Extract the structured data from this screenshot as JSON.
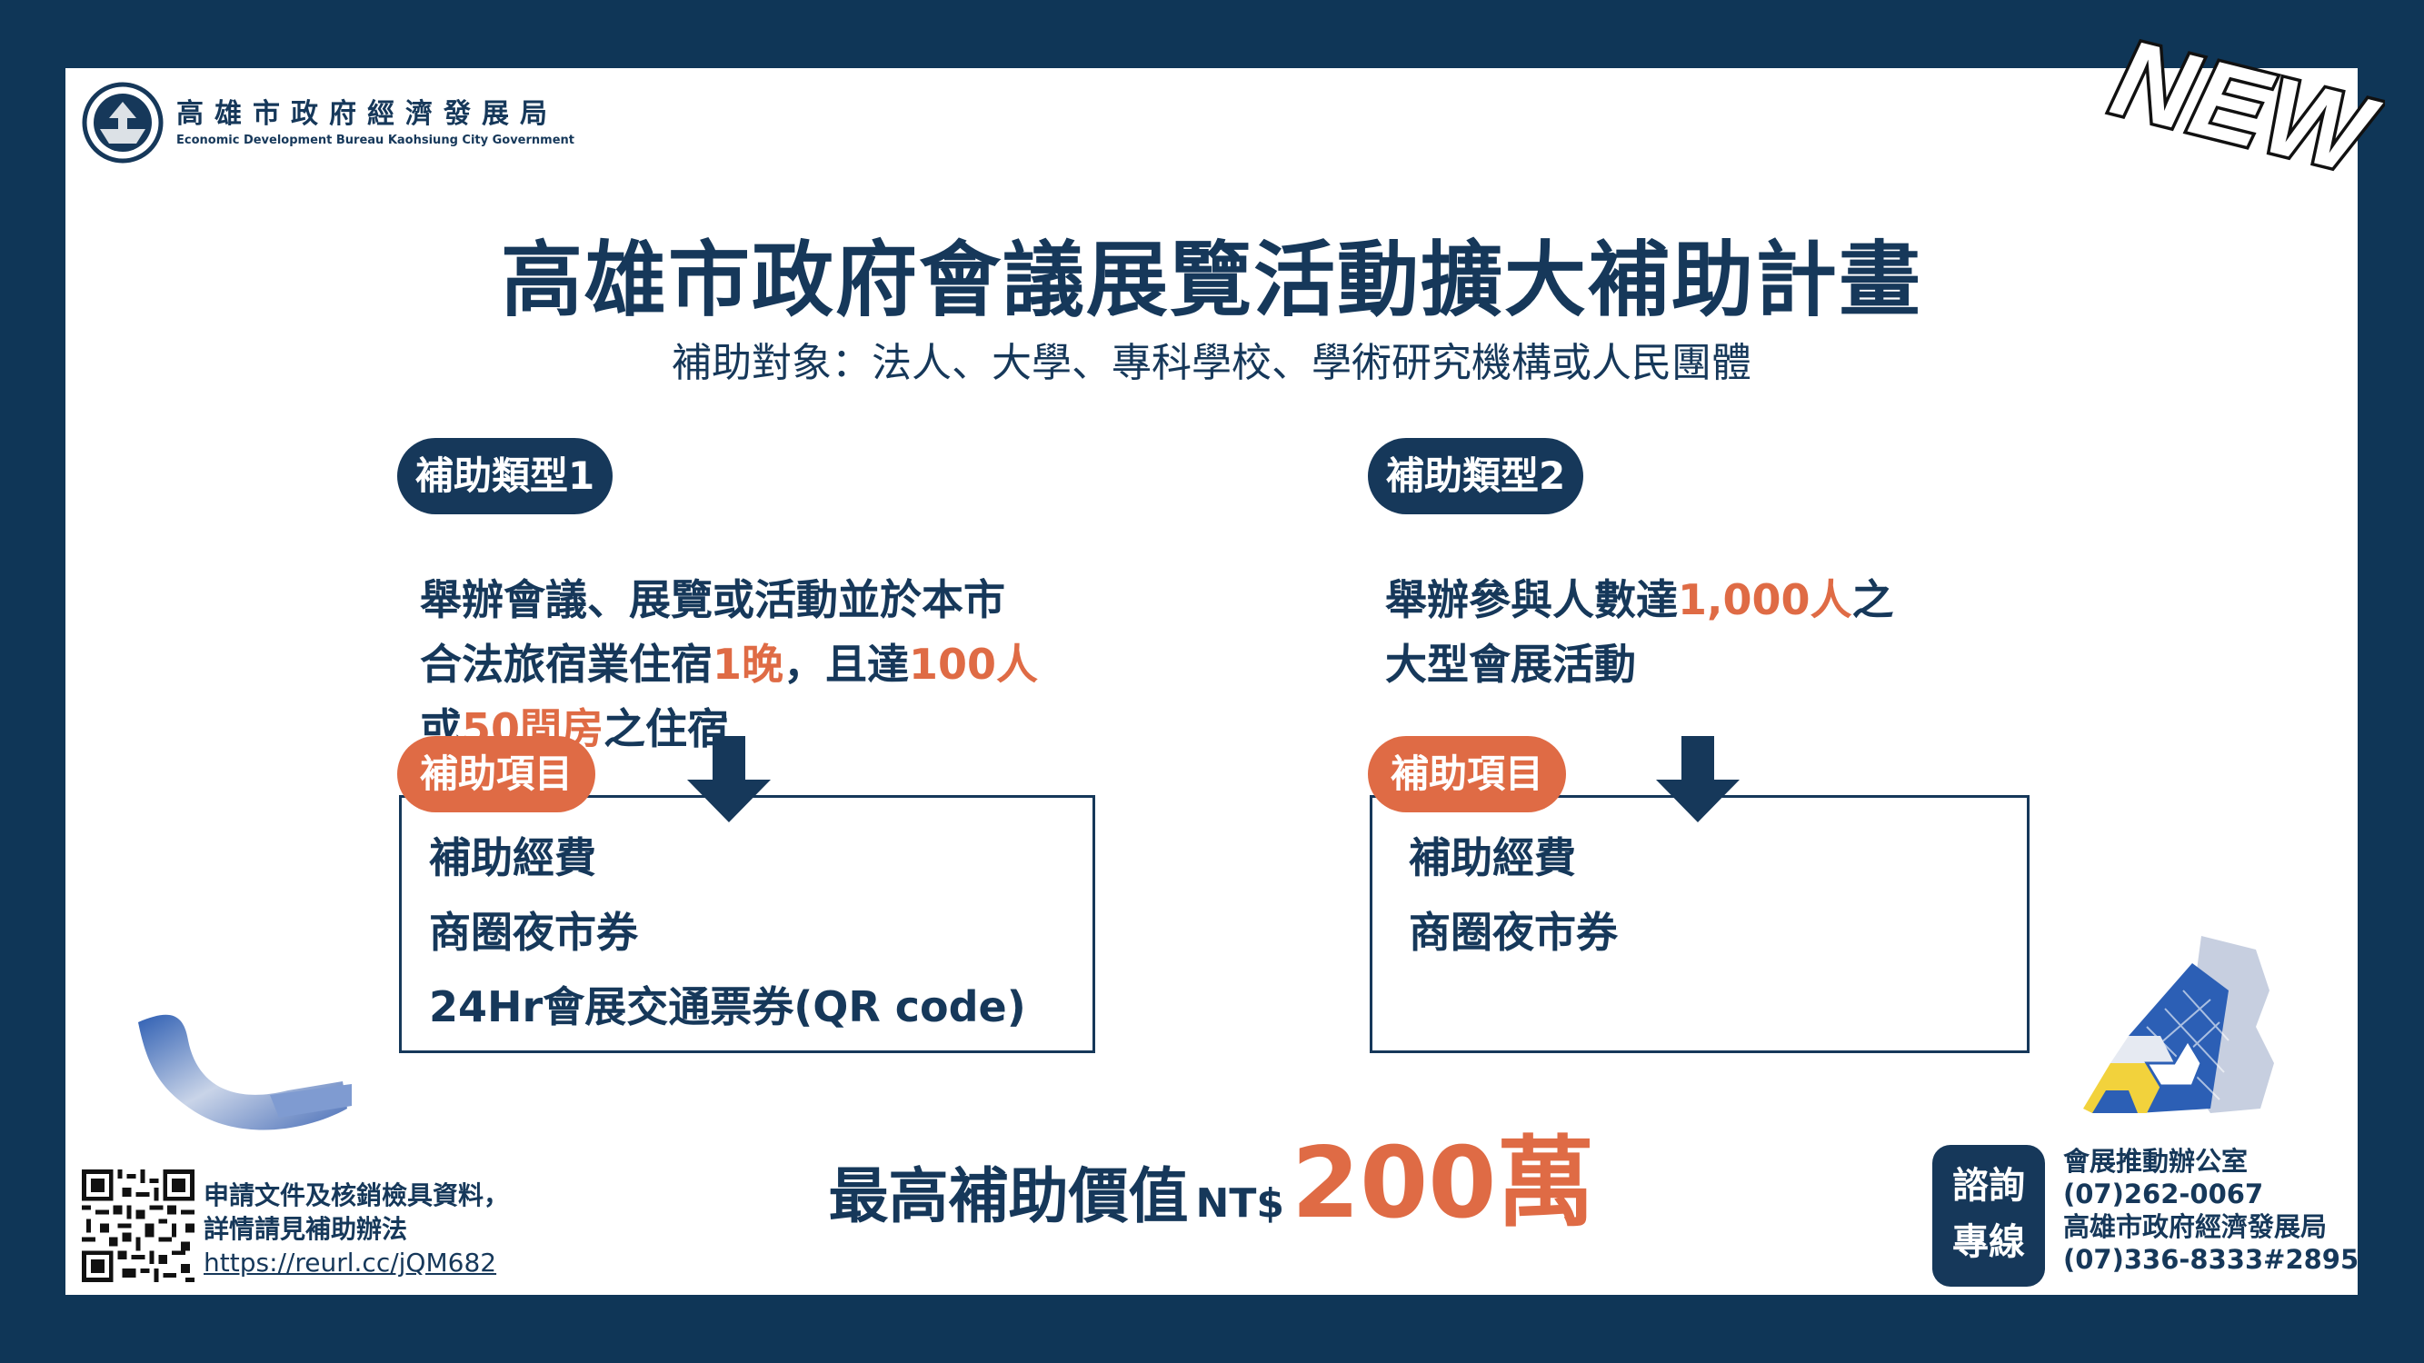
{
  "org": {
    "name_zh": "高雄市政府經濟發展局",
    "name_en": "Economic Development Bureau Kaohsiung City Government"
  },
  "badge": "NEW",
  "title": "高雄市政府會議展覽活動擴大補助計畫",
  "subtitle": "補助對象：法人、大學、專科學校、學術研究機構或人民團體",
  "type1": {
    "label": "補助類型1",
    "line1": "舉辦會議、展覽或活動並於本市",
    "line2_a": "合法旅宿業住宿",
    "line2_b": "1晚",
    "line2_c": "，且達",
    "line2_d": "100人",
    "line3_a": "或",
    "line3_b": "50間房",
    "line3_c": "之住宿",
    "items_label": "補助項目",
    "items": [
      "補助經費",
      "商圈夜市券",
      "24Hr會展交通票券(QR code)"
    ]
  },
  "type2": {
    "label": "補助類型2",
    "line1_a": "舉辦參與人數達",
    "line1_b": "1,000人",
    "line1_c": "之",
    "line2": "大型會展活動",
    "items_label": "補助項目",
    "items": [
      "補助經費",
      "商圈夜市券"
    ]
  },
  "max": {
    "lead": "最高補助價值",
    "currency": "NT$",
    "amount": "200萬"
  },
  "qr_note": {
    "line1": "申請文件及核銷檢具資料，",
    "line2": "詳情請見補助辦法",
    "link": "https://reurl.cc/jQM682"
  },
  "hotline": {
    "label_1": "諮詢",
    "label_2": "專線",
    "office": "會展推動辦公室",
    "phone1": "(07)262-0067",
    "bureau": "高雄市政府經濟發展局",
    "phone2": "(07)336-8333#2895"
  },
  "colors": {
    "navy": "#16385a",
    "orange": "#df6b45",
    "frame": "#0f3657"
  }
}
